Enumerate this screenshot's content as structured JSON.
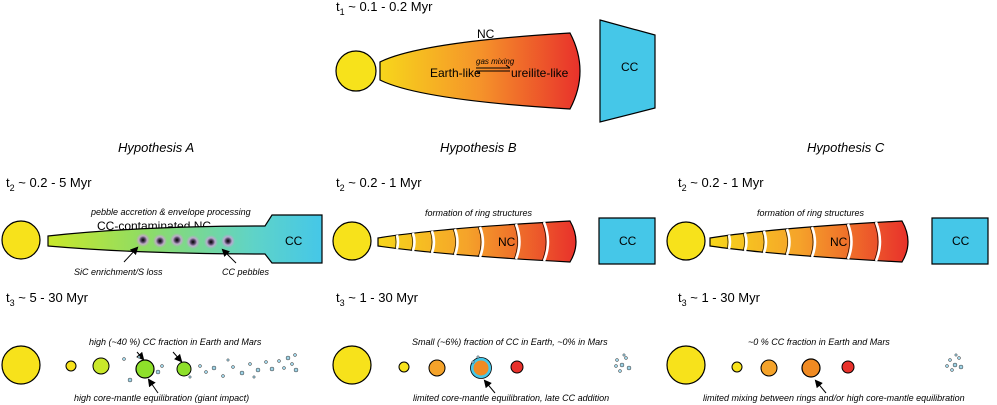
{
  "top": {
    "time_label": "t",
    "time_sub": "1",
    "time_range": " ~ 0.1 - 0.2 Myr",
    "nc_label": "NC",
    "gas_mixing": "gas mixing",
    "earth_like": "Earth-like",
    "ureilite_like": "ureilite-like",
    "cc_label": "CC"
  },
  "hypotheses": [
    {
      "title": "Hypothesis A",
      "t2_label": "t",
      "t2_sub": "2",
      "t2_range": " ~ 0.2 - 5 Myr",
      "stage2_caption": "pebble accretion & envelope processing",
      "contaminated_label": "CC-contaminated NC",
      "cc_label": "CC",
      "sic_note": "SiC enrichment/S loss",
      "pebbles_note": "CC pebbles",
      "t3_label": "t",
      "t3_sub": "3",
      "t3_range": " ~ 5 - 30 Myr",
      "fraction_note": "high (~40 %) CC fraction in Earth and Mars",
      "bottom_note": "high core-mantle equilibration (giant impact)"
    },
    {
      "title": "Hypothesis B",
      "t2_label": "t",
      "t2_sub": "2",
      "t2_range": " ~ 0.2 - 1 Myr",
      "stage2_caption": "formation of ring structures",
      "nc_label": "NC",
      "cc_label": "CC",
      "t3_label": "t",
      "t3_sub": "3",
      "t3_range": " ~ 1 - 30 Myr",
      "fraction_note": "Small (~6%) fraction of CC in Earth, ~0% in Mars",
      "bottom_note": "limited core-mantle equilibration, late CC addition"
    },
    {
      "title": "Hypothesis C",
      "t2_label": "t",
      "t2_sub": "2",
      "t2_range": " ~ 0.2 - 1 Myr",
      "stage2_caption": "formation of ring structures",
      "nc_label": "NC",
      "cc_label": "CC",
      "t3_label": "t",
      "t3_sub": "3",
      "t3_range": " ~ 1 - 30 Myr",
      "fraction_note": "~0 % CC fraction in Earth and Mars",
      "bottom_note": "limited mixing between rings and/or high core-mantle equilibration"
    }
  ],
  "colors": {
    "sun": "#f7e21b",
    "cc_blue": "#45c7e8",
    "nc_yellow": "#f7d61b",
    "nc_red": "#e8312b",
    "contaminated_green": "#8ee02a",
    "planet_orange": "#f08a22",
    "planet_red": "#e8312b"
  }
}
